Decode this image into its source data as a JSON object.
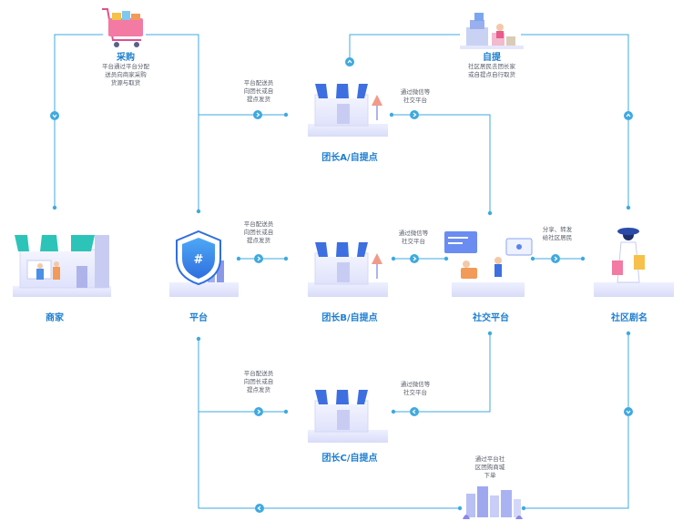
{
  "nodes": {
    "caigou": {
      "label": "采购",
      "desc": [
        "平台通过平台分配",
        "送员向商家采购",
        "货源与取货"
      ]
    },
    "ziti": {
      "label": "自提",
      "desc": [
        "社区居民去团长家",
        "或自提点自行取货"
      ]
    },
    "shangjia": {
      "label": "商家"
    },
    "pingtai": {
      "label": "平台"
    },
    "tuanzhang_a": {
      "label": "团长A/自提点"
    },
    "tuanzhang_b": {
      "label": "团长B/自提点"
    },
    "tuanzhang_c": {
      "label": "团长C/自提点"
    },
    "shejiao": {
      "label": "社交平台"
    },
    "shequ": {
      "label": "社区剧名"
    }
  },
  "edge_notes": {
    "platform_to_a": [
      "平台配送员",
      "向团长或自",
      "提点发货"
    ],
    "platform_to_b": [
      "平台配送员",
      "向团长或自",
      "提点发货"
    ],
    "platform_to_c": [
      "平台配送员",
      "向团长或自",
      "提点发货"
    ],
    "a_to_social": [
      "通过微信等",
      "社交平台"
    ],
    "b_to_social": [
      "通过微信等",
      "社交平台"
    ],
    "c_to_social": [
      "通过微信等",
      "社交平台"
    ],
    "social_to_residents": [
      "分享、转发",
      "给社区居民"
    ],
    "bottom_order": [
      "通过平台社",
      "区团购商城",
      "下单"
    ]
  },
  "colors": {
    "line": "#3fa9e0",
    "accent": "#1e7fd0",
    "store_stripe": "#3d6fe0",
    "purple": "#8a86f0"
  }
}
